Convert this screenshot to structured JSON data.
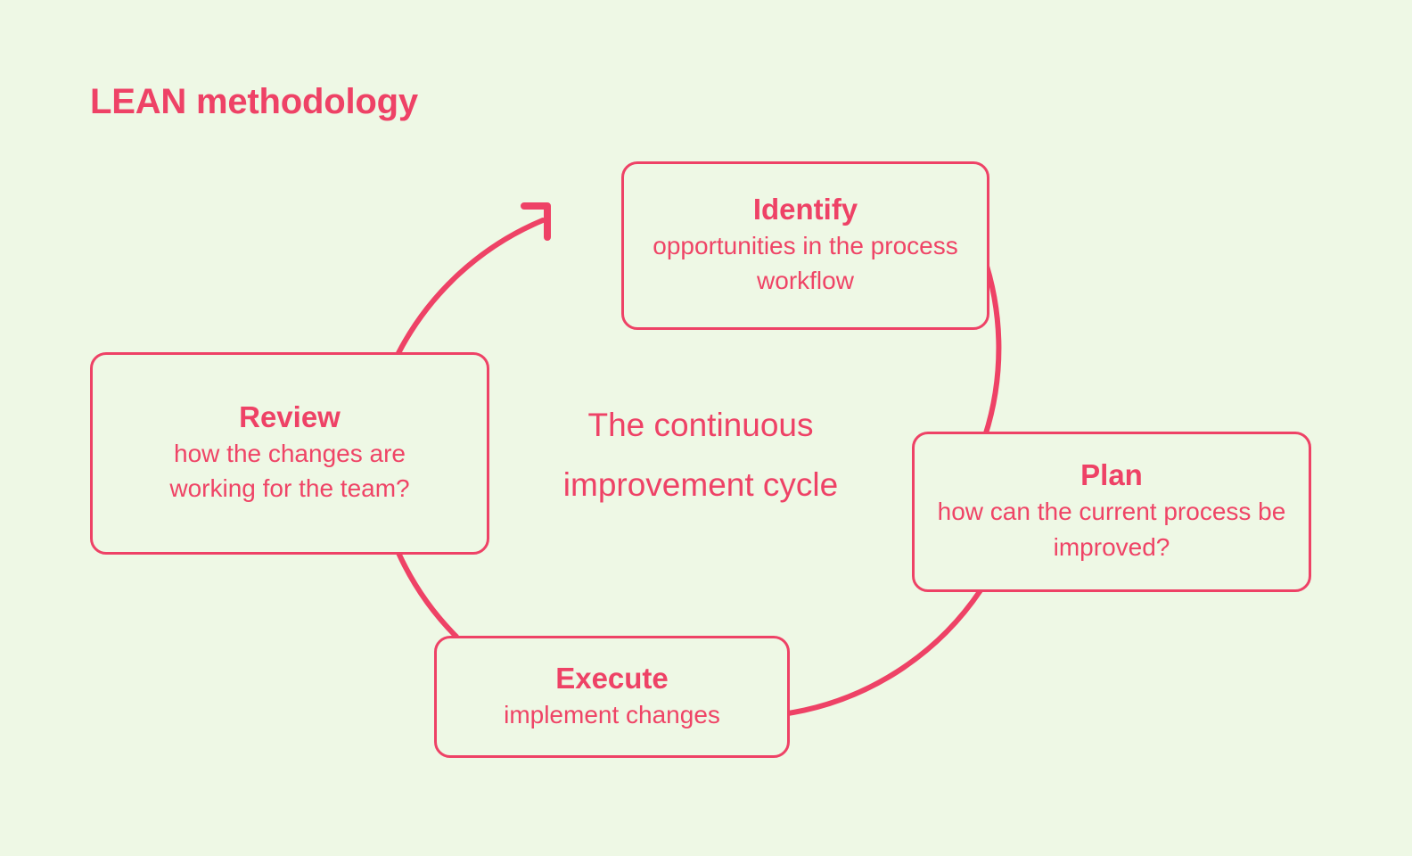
{
  "page": {
    "title": "LEAN methodology",
    "background_color": "#eef8e5",
    "accent_color": "#ee4266"
  },
  "center_caption": "The continuous improvement cycle",
  "diagram": {
    "type": "cycle",
    "arrow_direction": "clockwise",
    "arrowhead_at": "top-left (pointing up-right toward Identify)",
    "stages": [
      {
        "id": "identify",
        "title": "Identify",
        "description": "opportunities in the process workflow"
      },
      {
        "id": "plan",
        "title": "Plan",
        "description": "how can the current process be improved?"
      },
      {
        "id": "execute",
        "title": "Execute",
        "description": "implement changes"
      },
      {
        "id": "review",
        "title": "Review",
        "description": "how the changes are working for the team?"
      }
    ]
  }
}
